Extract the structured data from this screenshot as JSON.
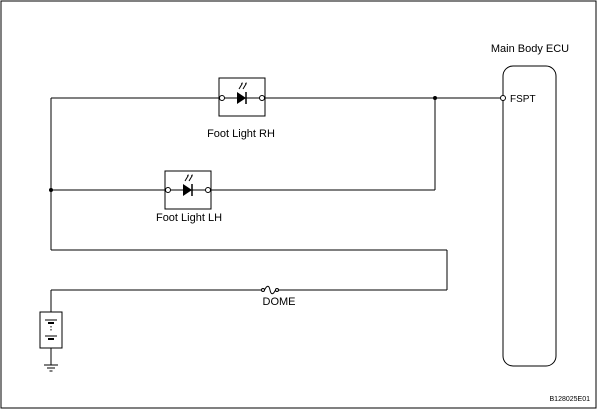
{
  "diagram": {
    "ecu_label": "Main Body ECU",
    "ecu_pin": "FSPT",
    "foot_light_rh": "Foot Light RH",
    "foot_light_lh": "Foot Light LH",
    "fuse": "DOME",
    "figure_code": "B128025E01"
  }
}
